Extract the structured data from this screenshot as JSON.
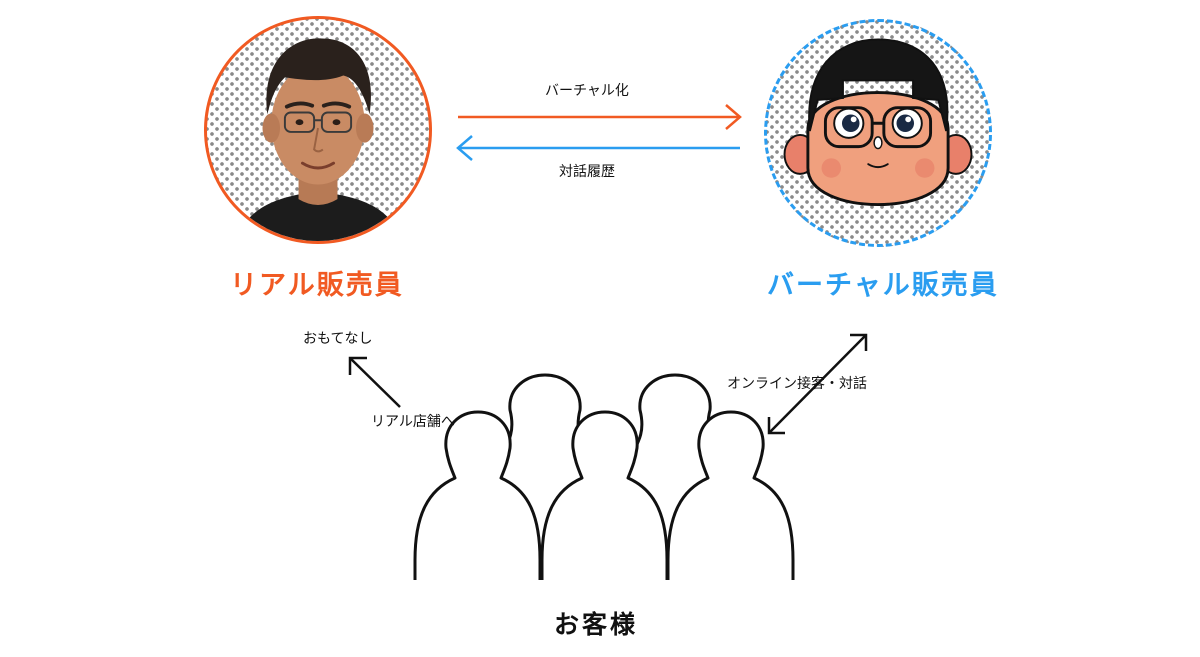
{
  "colors": {
    "real": "#f15a22",
    "virtual": "#2a9df0",
    "text": "#111111",
    "outline": "#111111"
  },
  "real_staff": {
    "title": "リアル販売員",
    "avatar": "person-photo-with-glasses"
  },
  "virtual_staff": {
    "title": "バーチャル販売員",
    "avatar": "cartoon-character-with-glasses"
  },
  "flows": {
    "virtualize": "バーチャル化",
    "conversation_history": "対話履歴",
    "omotenashi": "おもてなし",
    "to_real_store": "リアル店舗へ",
    "online_service": "オンライン接客・対話"
  },
  "customers": {
    "title": "お客様",
    "icon": "people-group-icon"
  }
}
